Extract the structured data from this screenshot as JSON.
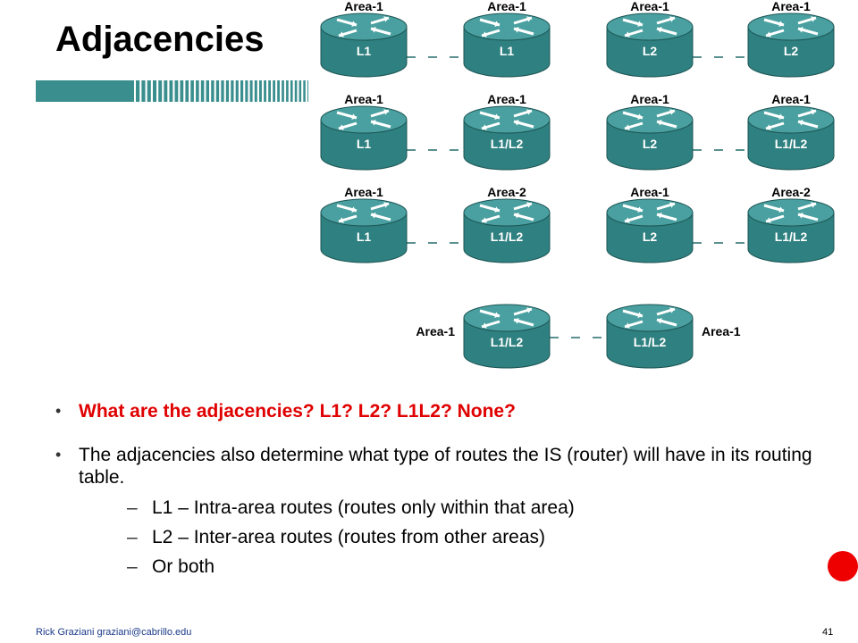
{
  "slide": {
    "title": "Adjacencies",
    "page_number": "41",
    "footer": "Rick Graziani  graziani@cabrillo.edu"
  },
  "diagram": {
    "rows": [
      {
        "routers": [
          {
            "area": "Area-1",
            "level": "L1"
          },
          {
            "area": "Area-1",
            "level": "L1"
          },
          {
            "area": "Area-1",
            "level": "L2"
          },
          {
            "area": "Area-1",
            "level": "L2"
          }
        ]
      },
      {
        "routers": [
          {
            "area": "Area-1",
            "level": "L1"
          },
          {
            "area": "Area-1",
            "level": "L1/L2"
          },
          {
            "area": "Area-1",
            "level": "L2"
          },
          {
            "area": "Area-1",
            "level": "L1/L2"
          }
        ]
      },
      {
        "routers": [
          {
            "area": "Area-1",
            "level": "L1"
          },
          {
            "area": "Area-2",
            "level": "L1/L2"
          },
          {
            "area": "Area-1",
            "level": "L2"
          },
          {
            "area": "Area-2",
            "level": "L1/L2"
          }
        ]
      }
    ],
    "bottom_pair": [
      {
        "area": "Area-1",
        "level": "L1/L2"
      },
      {
        "area": "Area-1",
        "level": "L1/L2"
      }
    ],
    "colors": {
      "router_body": "#2f8080",
      "router_top": "#4aa0a0",
      "link_dash": "#5a9090"
    }
  },
  "bullets": [
    {
      "text": "What are the adjacencies?  L1? L2? L1L2? None?",
      "style": "red"
    },
    {
      "text": "The adjacencies also determine what type of routes the IS (router) will have in its routing table.",
      "style": "normal",
      "subitems": [
        "L1 – Intra-area routes (routes only within that area)",
        "L2 – Inter-area routes (routes from other areas)",
        "Or both"
      ]
    }
  ]
}
